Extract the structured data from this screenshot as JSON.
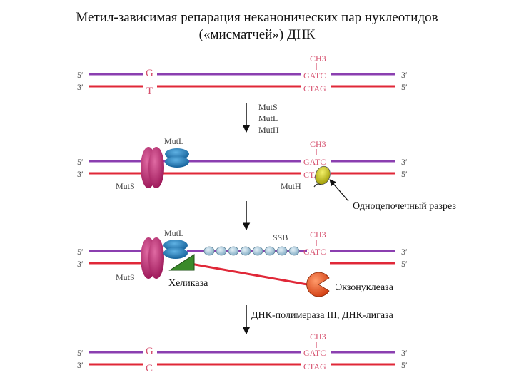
{
  "title_line1": "Метил-зависимая репарация неканонических пар нуклеотидов",
  "title_line2": "(«мисматчей») ДНК",
  "colors": {
    "top_strand": "#8b3fb0",
    "bottom_strand": "#e02838",
    "base_text": "#d6506e",
    "label_text": "#444444",
    "muts": "#b5256b",
    "mutl": "#1c77b5",
    "muth": "#c8c400",
    "helicase": "#3a8a2a",
    "ssb": "#9ec3d8",
    "exonuclease": "#e8552a"
  },
  "ends": {
    "top_left": "5′",
    "bottom_left": "3′",
    "top_right": "3′",
    "bottom_right": "5′"
  },
  "methyl": "CH3",
  "gatc": "GATC",
  "ctag": "CTAG",
  "stages": [
    {
      "top_base": "G",
      "bottom_base": "T"
    },
    {
      "muts": "MutS",
      "mutl": "MutL",
      "muth": "MutH",
      "nick": "Одноцепочечный разрез"
    },
    {
      "muts": "MutS",
      "mutl": "MutL",
      "ssb": "SSB",
      "helicase": "Хеликаза",
      "exonuclease": "Экзонуклеаза"
    },
    {
      "top_base": "G",
      "bottom_base": "C"
    }
  ],
  "arrows": [
    {
      "labels": [
        "MutS",
        "MutL",
        "MutH"
      ]
    },
    {
      "labels": []
    },
    {
      "labels": [
        "ДНК-полимераза III, ДНК-лигаза"
      ]
    }
  ]
}
